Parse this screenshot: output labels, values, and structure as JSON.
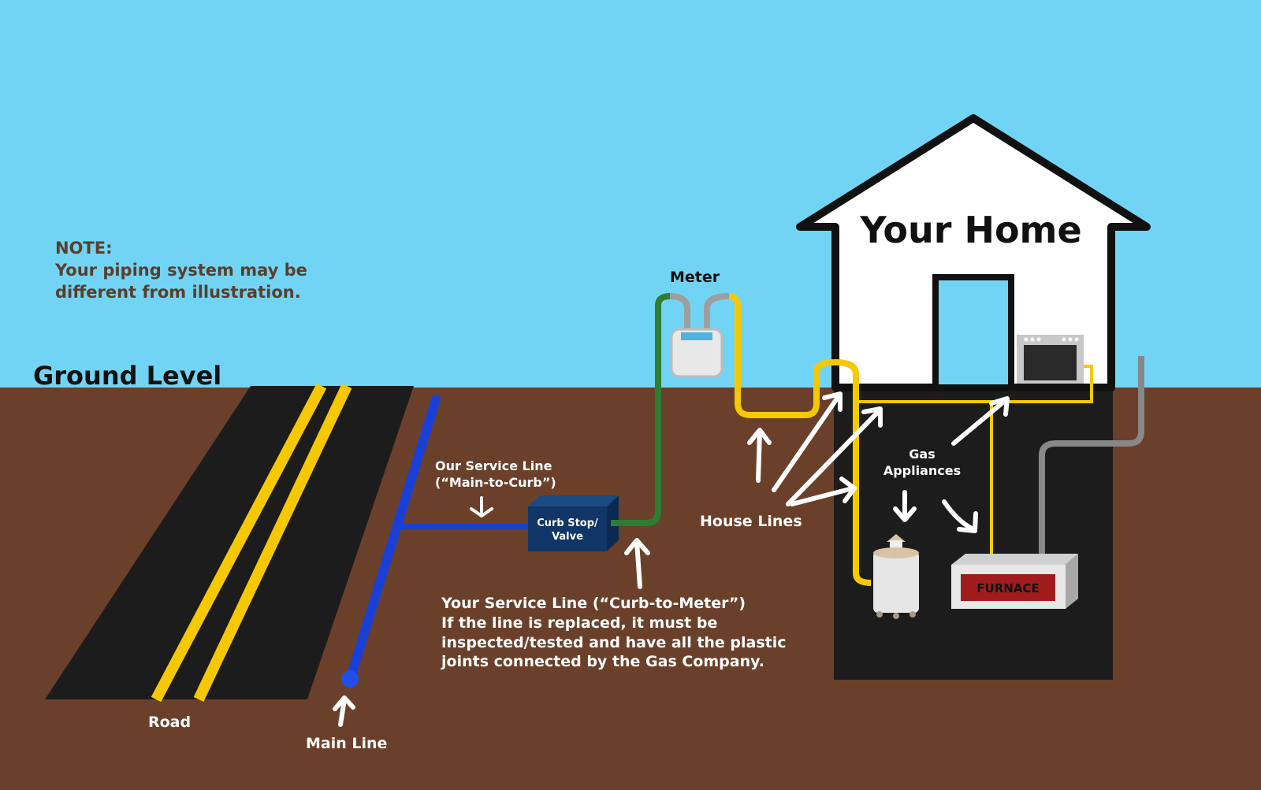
{
  "note": {
    "title": "NOTE:",
    "line1": "Your piping system may be",
    "line2": "different from illustration."
  },
  "ground_label": "Ground Level",
  "road_label": "Road",
  "main_line_label": "Main Line",
  "our_service_line": {
    "line1": "Our Service Line",
    "line2": "(“Main-to-Curb”)"
  },
  "curb_stop": {
    "line1": "Curb Stop/",
    "line2": "Valve"
  },
  "your_service_line": {
    "line1": "Your Service Line (“Curb-to-Meter”)",
    "line2": "If the line is replaced, it must be",
    "line3": "inspected/tested and have all the plastic",
    "line4": "joints connected by the Gas Company."
  },
  "meter_label": "Meter",
  "house_lines_label": "House Lines",
  "home_label": "Your Home",
  "gas_appliances": {
    "line1": "Gas",
    "line2": "Appliances"
  },
  "furnace_label": "FURNACE",
  "colors": {
    "sky": "#72d4f5",
    "ground": "#6b402a",
    "basement": "#1c1c1c",
    "main_line": "#1a3fd6",
    "service_line": "#2e7d32",
    "house_line": "#f5c800",
    "curb_box": "#103566",
    "furnace_label": "#a01c1c"
  }
}
